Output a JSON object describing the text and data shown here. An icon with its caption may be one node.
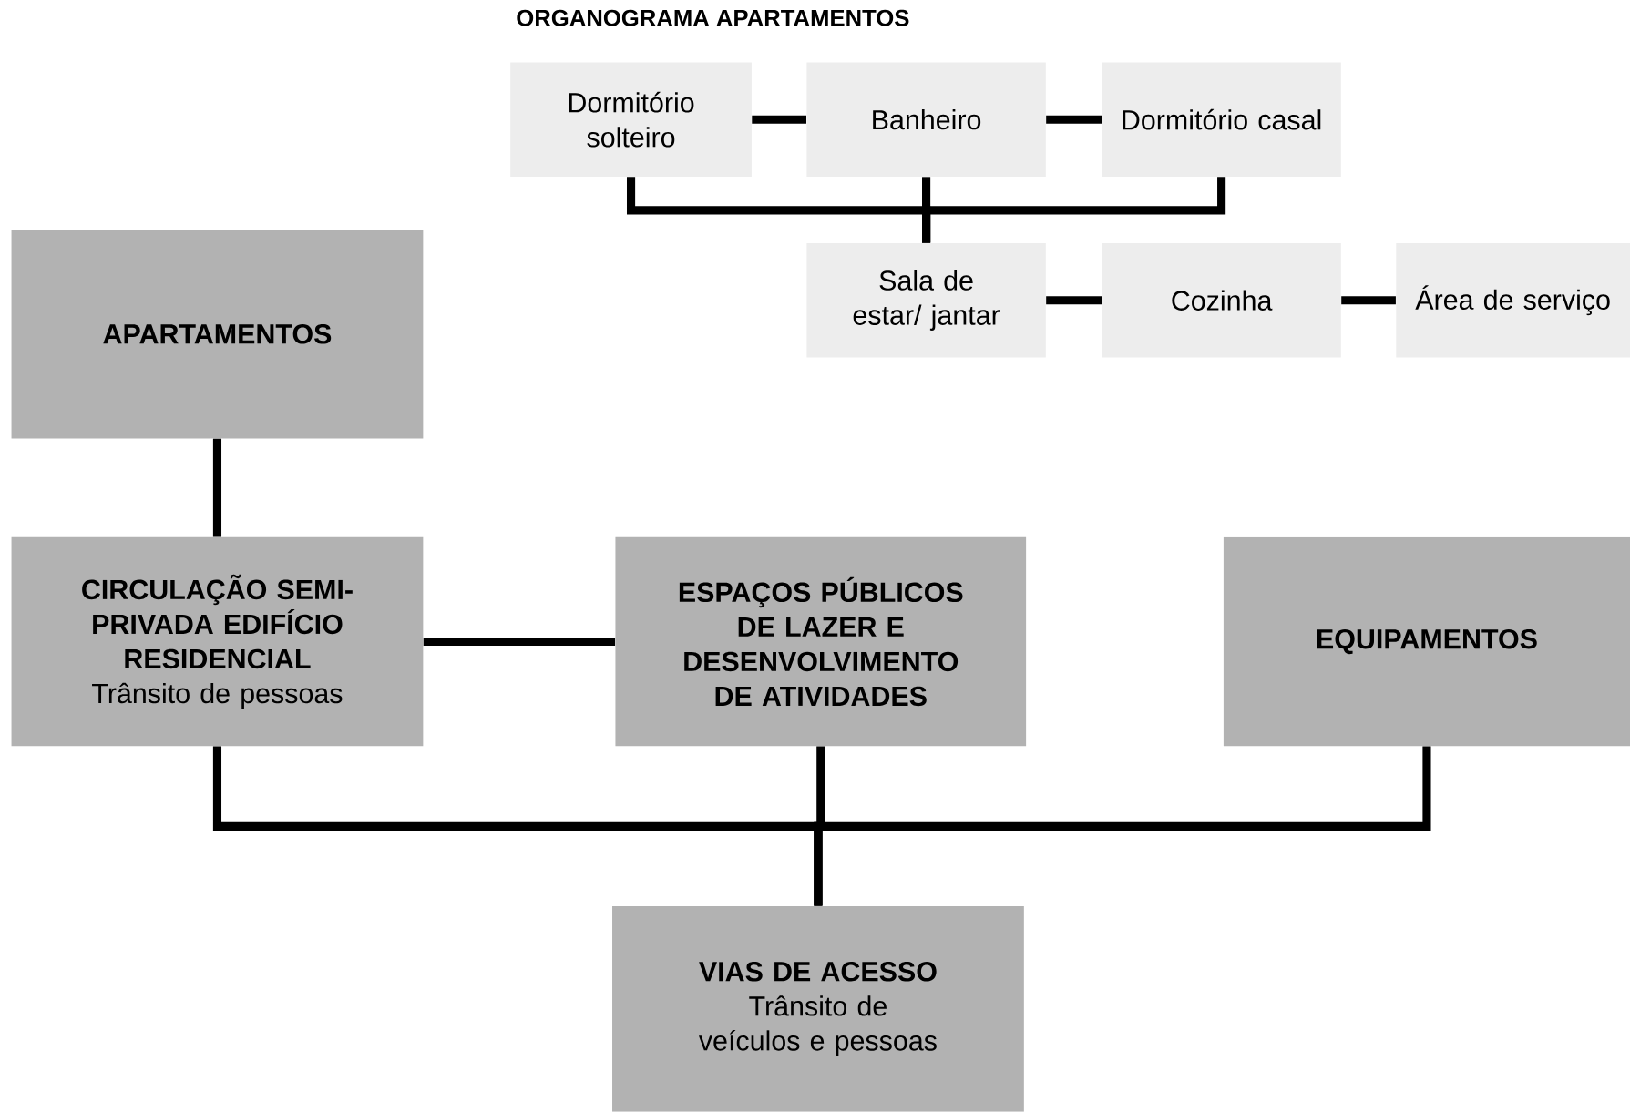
{
  "diagram": {
    "title": "ORGANOGRAMA APARTAMENTOS",
    "nodes": [
      {
        "text": [
          "Dormitório solteiro"
        ]
      },
      {
        "text": [
          "Banheiro"
        ]
      },
      {
        "text": [
          "Dormitório casal"
        ]
      },
      {
        "text": [
          "Sala de estar/ jantar"
        ]
      },
      {
        "text": [
          "Cozinha"
        ]
      },
      {
        "text": [
          "Área de serviço"
        ]
      },
      {
        "text": [
          "APARTAMENTOS"
        ]
      },
      {
        "text": [
          "CIRCULAÇÃO SEMI-PRIVADA EDIFÍCIO RESIDENCIAL",
          "Trânsito de pessoas"
        ]
      },
      {
        "text": [
          "ESPAÇOS PÚBLICOS DE LAZER E DESENVOLVIMENTO DE ATIVIDADES"
        ]
      },
      {
        "text": [
          "EQUIPAMENTOS"
        ]
      },
      {
        "text": [
          "VIAS DE ACESSO",
          "Trânsito de veículos e pessoas"
        ]
      }
    ],
    "edges": [
      {
        "from": 0,
        "to": 1,
        "arrow": "none"
      },
      {
        "from": 1,
        "to": 2,
        "arrow": "none"
      },
      {
        "from": 0,
        "to": 3,
        "arrow": "none"
      },
      {
        "from": 1,
        "to": 3,
        "arrow": "none"
      },
      {
        "from": 2,
        "to": 3,
        "arrow": "none"
      },
      {
        "from": 3,
        "to": 4,
        "arrow": "none"
      },
      {
        "from": 4,
        "to": 5,
        "arrow": "none"
      },
      {
        "from": 6,
        "to": 7,
        "arrow": "none"
      },
      {
        "from": 7,
        "to": 8,
        "arrow": "none"
      },
      {
        "from": 7,
        "to": 10,
        "arrow": "none"
      },
      {
        "from": 8,
        "to": 10,
        "arrow": "none"
      },
      {
        "from": 9,
        "to": 10,
        "arrow": "none"
      }
    ]
  }
}
